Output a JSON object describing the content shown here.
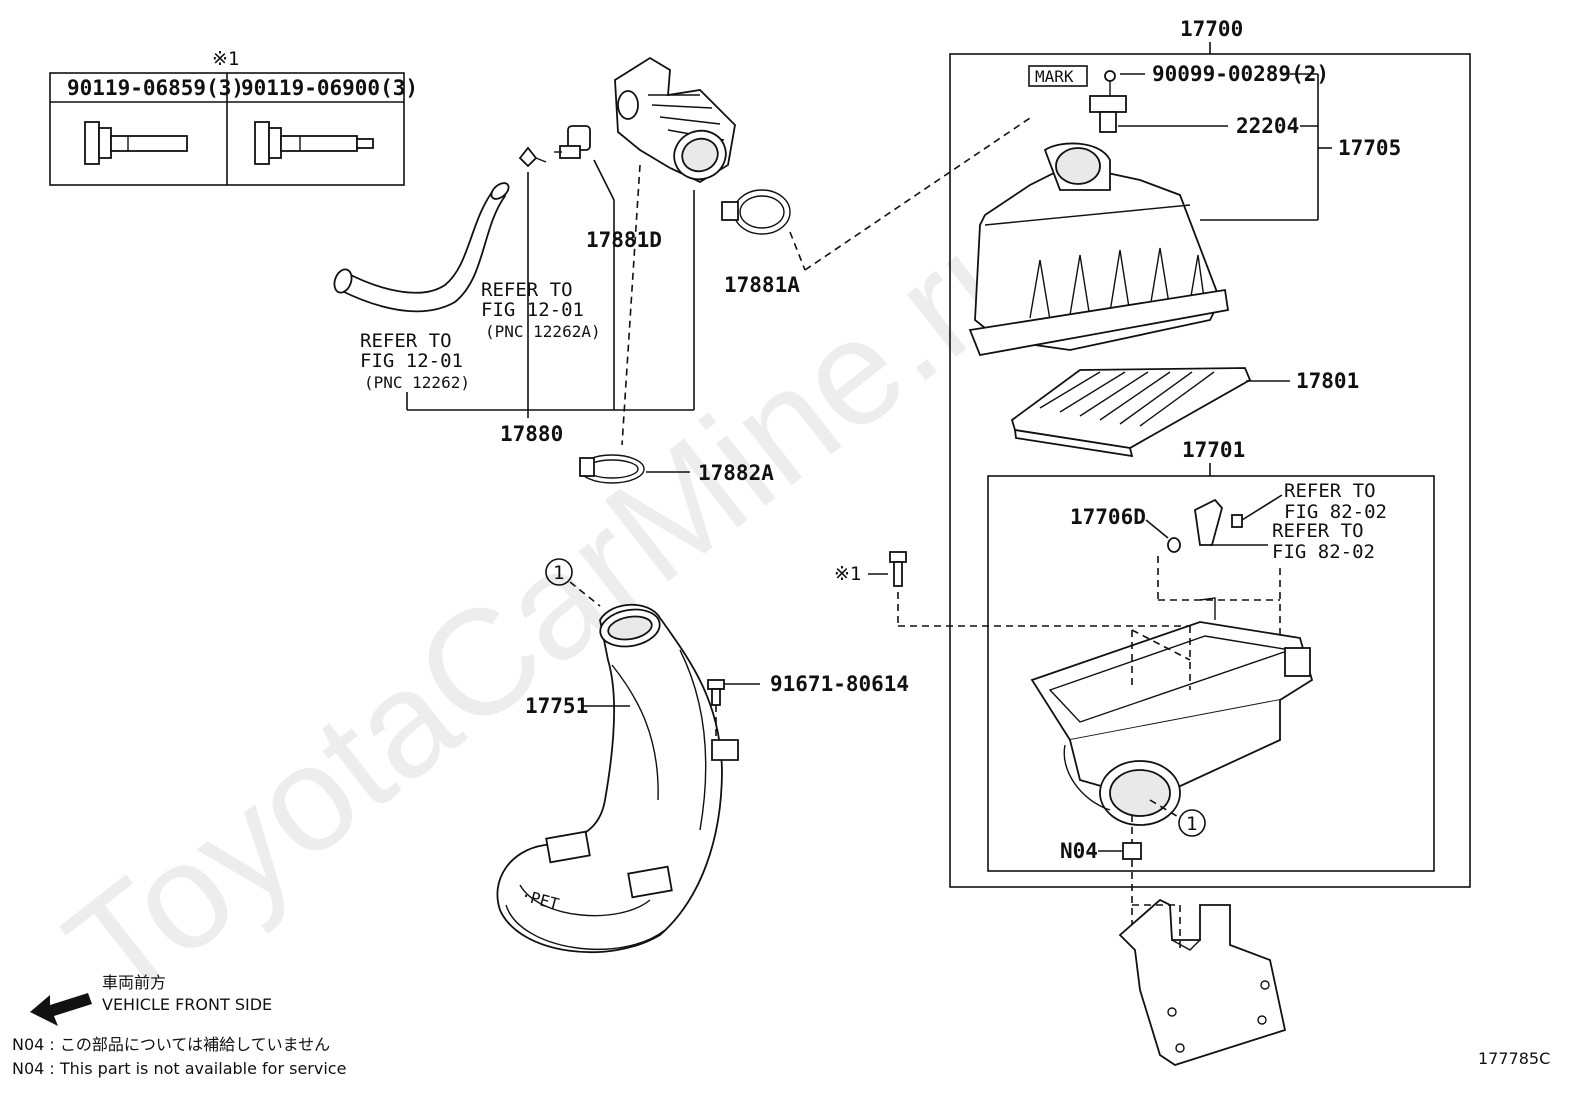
{
  "watermark": "ToyotaCarMine.ru",
  "footer_code": "177785C",
  "direction": {
    "label_jp": "車両前方",
    "label_en": "VEHICLE FRONT SIDE"
  },
  "notes": [
    "N04 : この部品については補給していません",
    "N04 : This part is not available for service"
  ],
  "bolt_table": {
    "note_mark": "※1",
    "columns": [
      "90119-06859(3)",
      "90119-06900(3)"
    ]
  },
  "callouts": {
    "c17700": "17700",
    "c17705": "17705",
    "c90099": "90099-00289(2)",
    "c22204": "22204",
    "mark": "MARK",
    "c17801": "17801",
    "c17701": "17701",
    "c17706d": "17706D",
    "c17881d": "17881D",
    "c17881a": "17881A",
    "c17880": "17880",
    "c17882a": "17882A",
    "c17751": "17751",
    "c91671": "91671-80614",
    "n04": "N04",
    "star1": "※1",
    "circle1": "1"
  },
  "refs": {
    "ref_12262": [
      "REFER TO",
      "FIG 12-01",
      "(PNC 12262)"
    ],
    "ref_12262a": [
      "REFER TO",
      "FIG 12-01",
      "(PNC 12262A)"
    ],
    "ref_82_a": [
      "REFER TO",
      "FIG 82-02"
    ],
    "ref_82_b": [
      "REFER TO",
      "FIG 82-02"
    ]
  }
}
